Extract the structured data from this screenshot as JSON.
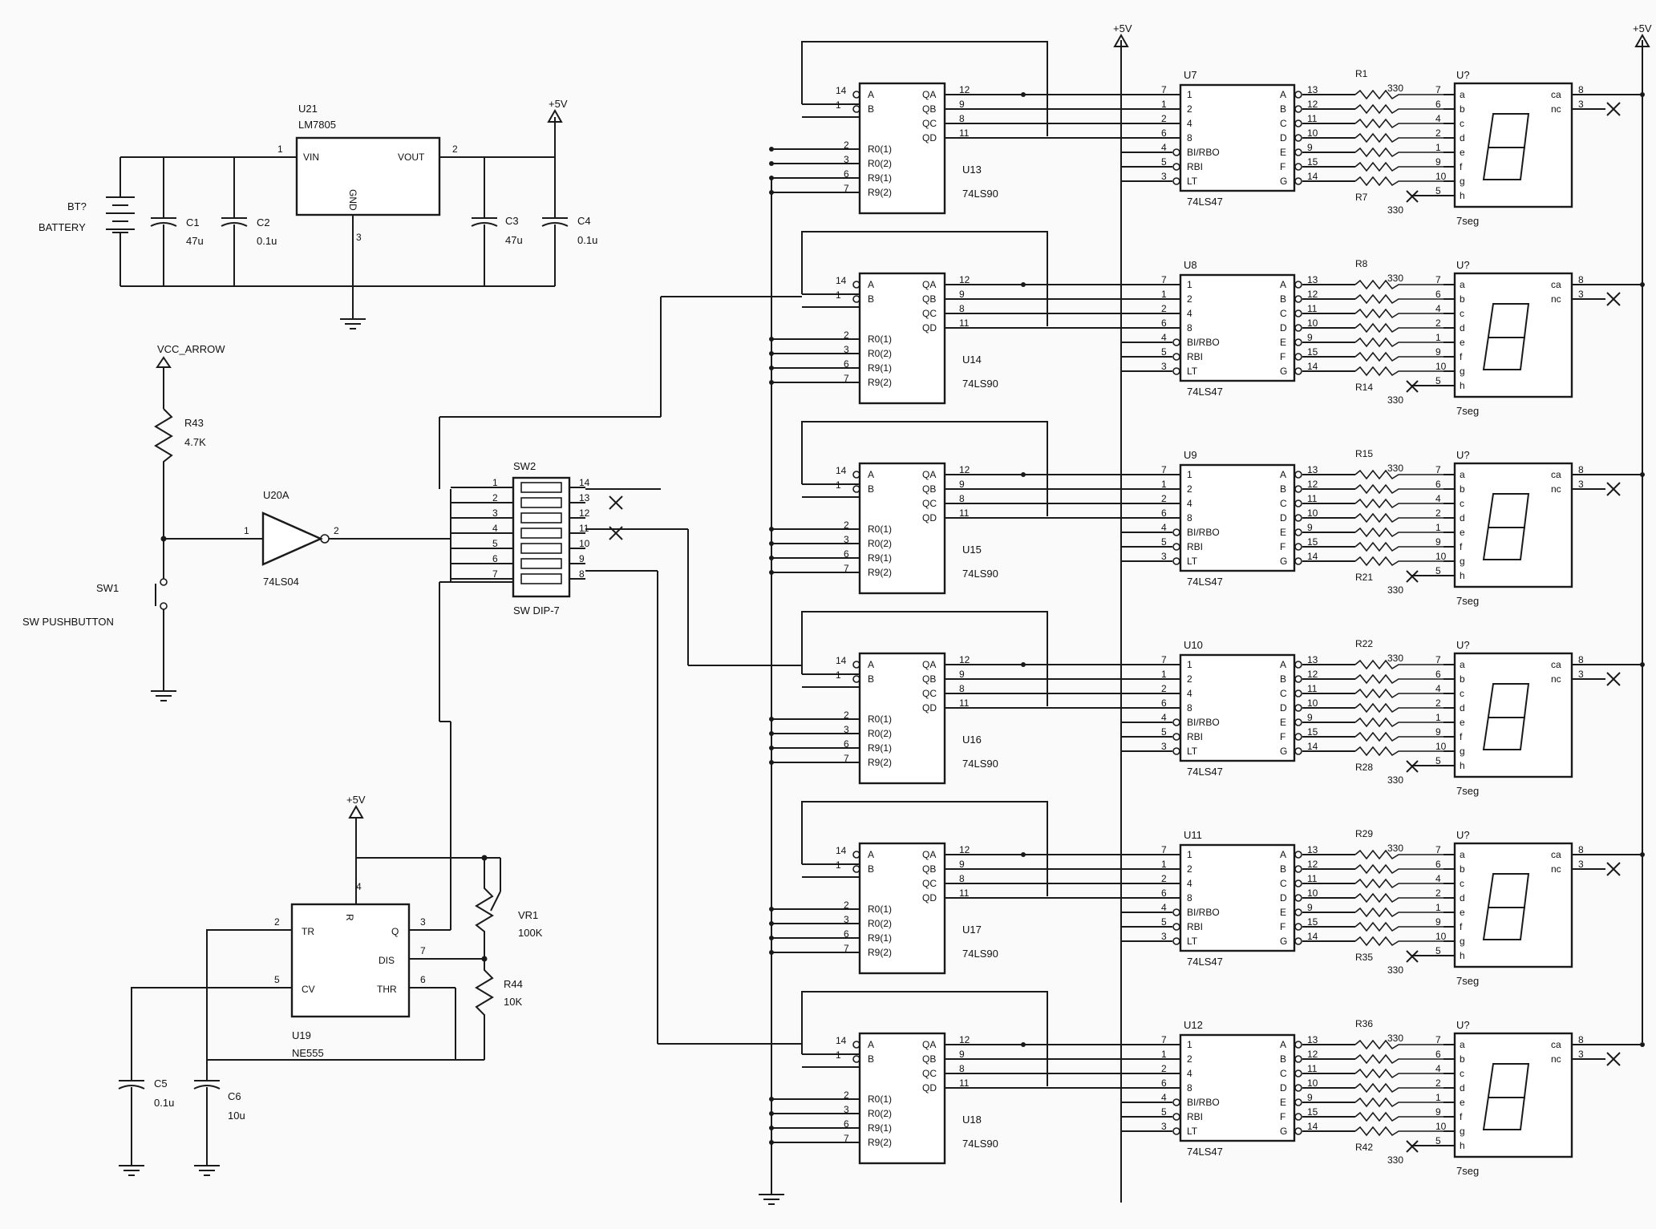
{
  "power": {
    "rail_label": "+5V",
    "vcc_label": "VCC_ARROW"
  },
  "regulator": {
    "ref": "U21",
    "part": "LM7805",
    "pins": {
      "vin": "VIN",
      "vout": "VOUT",
      "gnd": "GND"
    },
    "pin_numbers": {
      "vin": "1",
      "vout": "2",
      "gnd": "3"
    }
  },
  "battery": {
    "ref": "BT?",
    "value": "BATTERY"
  },
  "capacitors": [
    {
      "ref": "C1",
      "value": "47u"
    },
    {
      "ref": "C2",
      "value": "0.1u"
    },
    {
      "ref": "C3",
      "value": "47u"
    },
    {
      "ref": "C4",
      "value": "0.1u"
    },
    {
      "ref": "C5",
      "value": "0.1u"
    },
    {
      "ref": "C6",
      "value": "10u"
    }
  ],
  "pullup": {
    "ref": "R43",
    "value": "4.7K"
  },
  "switch": {
    "ref": "SW1",
    "value": "SW PUSHBUTTON"
  },
  "inverter": {
    "ref": "U20A",
    "part": "74LS04",
    "pin_in": "1",
    "pin_out": "2"
  },
  "dip": {
    "ref": "SW2",
    "part": "SW DIP-7",
    "left_pins": [
      "1",
      "2",
      "3",
      "4",
      "5",
      "6",
      "7"
    ],
    "right_pins": [
      "14",
      "13",
      "12",
      "11",
      "10",
      "9",
      "8"
    ]
  },
  "timer": {
    "ref": "U19",
    "part": "NE555",
    "pins": {
      "tr": "TR",
      "cv": "CV",
      "q": "Q",
      "dis": "DIS",
      "thr": "THR",
      "r": "R"
    },
    "pin_numbers": {
      "tr": "2",
      "cv": "5",
      "q": "3",
      "dis": "7",
      "thr": "6",
      "r": "4"
    }
  },
  "pot": {
    "ref": "VR1",
    "value": "100K"
  },
  "timing_resistor": {
    "ref": "R44",
    "value": "10K"
  },
  "counter_pins": {
    "inputs": [
      "A",
      "B"
    ],
    "input_numbers": [
      "14",
      "1"
    ],
    "outputs": [
      "QA",
      "QB",
      "QC",
      "QD"
    ],
    "output_numbers": [
      "12",
      "9",
      "8",
      "11"
    ],
    "resets": [
      "R0(1)",
      "R0(2)",
      "R9(1)",
      "R9(2)"
    ],
    "reset_numbers": [
      "2",
      "3",
      "6",
      "7"
    ]
  },
  "decoder_pins": {
    "inputs": [
      "1",
      "2",
      "4",
      "8",
      "BI/RBO",
      "RBI",
      "LT"
    ],
    "input_numbers": [
      "7",
      "1",
      "2",
      "6",
      "4",
      "5",
      "3"
    ],
    "outputs": [
      "A",
      "B",
      "C",
      "D",
      "E",
      "F",
      "G"
    ],
    "output_numbers": [
      "13",
      "12",
      "11",
      "10",
      "9",
      "15",
      "14"
    ]
  },
  "resistor_value": "330",
  "display_pins": {
    "segments": [
      "a",
      "b",
      "c",
      "d",
      "e",
      "f",
      "g",
      "h"
    ],
    "segment_numbers": [
      "7",
      "6",
      "4",
      "2",
      "1",
      "9",
      "10",
      "5"
    ],
    "common": [
      "ca",
      "nc"
    ],
    "common_numbers": [
      "8",
      "3"
    ],
    "ref": "U?",
    "part": "7seg"
  },
  "stages": [
    {
      "counter": "U13",
      "counter_part": "74LS90",
      "decoder": "U7",
      "decoder_part": "74LS47",
      "r_top": "R1",
      "r_bot": "R7"
    },
    {
      "counter": "U14",
      "counter_part": "74LS90",
      "decoder": "U8",
      "decoder_part": "74LS47",
      "r_top": "R8",
      "r_bot": "R14"
    },
    {
      "counter": "U15",
      "counter_part": "74LS90",
      "decoder": "U9",
      "decoder_part": "74LS47",
      "r_top": "R15",
      "r_bot": "R21"
    },
    {
      "counter": "U16",
      "counter_part": "74LS90",
      "decoder": "U10",
      "decoder_part": "74LS47",
      "r_top": "R22",
      "r_bot": "R28"
    },
    {
      "counter": "U17",
      "counter_part": "74LS90",
      "decoder": "U11",
      "decoder_part": "74LS47",
      "r_top": "R29",
      "r_bot": "R35"
    },
    {
      "counter": "U18",
      "counter_part": "74LS90",
      "decoder": "U12",
      "decoder_part": "74LS47",
      "r_top": "R36",
      "r_bot": "R42"
    }
  ]
}
